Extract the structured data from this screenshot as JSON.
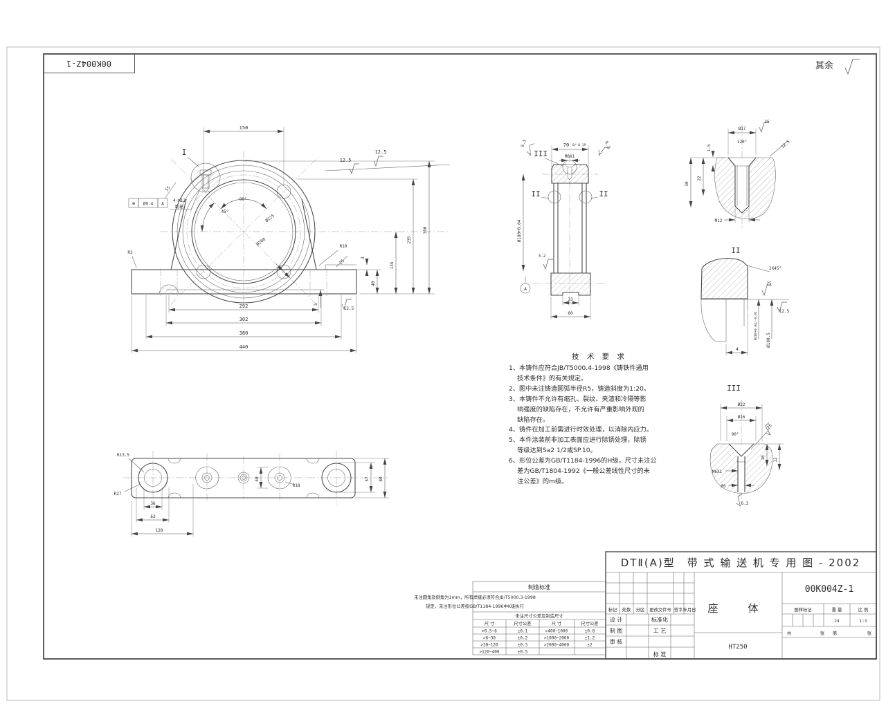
{
  "sheet": {
    "code": "00K004Z-1",
    "rest_label": "其余"
  },
  "front_view": {
    "dim_150": "150",
    "detail_ref": "I",
    "rough_a": "12.5",
    "rough_b": "12.5",
    "gdt_sym": "⊕",
    "gdt_tol": "Ø0.4",
    "gdt_datum": "A",
    "holes_note_line1": "4-M12",
    "holes_note_line2": "均布",
    "dim_55": "55",
    "ang_90": "90°",
    "ang_45": "45°",
    "dia_225": "Ø225",
    "dia_260": "Ø260",
    "r10": "R10",
    "r3": "R3",
    "dim_25": "25",
    "dim_3": "3",
    "dim_40": "40",
    "dim_5": "5",
    "rough_base": "12.5",
    "dim_135": "135",
    "dim_235": "235",
    "dim_350": "350",
    "dim_292": "292",
    "dim_302": "302",
    "dim_380": "380",
    "dim_440": "440"
  },
  "section_view": {
    "ref_iii": "III",
    "ref_ii_left": "II",
    "ref_ii_right": "II",
    "dim_70": "70",
    "dim_70_tol": "0/-0.19",
    "thread_m6": "M6X1",
    "rough_63_l": "6.3",
    "rough_63_r": "6.3",
    "rough_32": "3.2",
    "dia_180": "Ø180+0.04",
    "datum_a": "A",
    "dim_33": "33",
    "dim_60": "60"
  },
  "detail_i": {
    "dia_17": "Ø17",
    "ang_120": "120°",
    "dim_1_5": "1.5",
    "rough_25": "25",
    "rough_125": "12.5",
    "dim_30": "30",
    "dim_22": "22",
    "thread_m12": "M12"
  },
  "detail_ii": {
    "ref": "II",
    "chamfer": "2X45°",
    "rough_25": "25",
    "rough_125": "12.5",
    "dia_180": "Ø180+0.04/-0.01",
    "dia_180_5": "Ø180.5",
    "dim_4": "4"
  },
  "detail_iii": {
    "ref": "III",
    "dia_22": "Ø22",
    "dia_16": "Ø16",
    "ang_90": "90°",
    "rough_25": "25",
    "dim_10": "10",
    "dim_12": "12",
    "thread_m6": "M6X1",
    "dia_5": "Ø5",
    "rough_63": "6.3"
  },
  "bottom_view": {
    "r13_5": "R13.5",
    "r27": "R27",
    "dim_36": "36",
    "dim_63": "63",
    "dim_120": "120",
    "dim_40": "40",
    "r18": "R18",
    "dim_57": "57",
    "dim_80": "80"
  },
  "tech_req": {
    "title": "技 术 要 求",
    "lines": [
      "1、本铸件应符合JB/T5000.4-1998《铸铁件通用",
      "　 技术条件》的有关规定。",
      "2、图中未注铸造圆弧半径R5，铸造斜度为1:20。",
      "3、本铸件不允许有缩孔、裂纹、夹渣和冷隔等影",
      "　 响强度的缺陷存在，不允许有严重影响外观的",
      "　 缺陷存在。",
      "4、铸件在加工前需进行时效处理，以消除内应力。",
      "5、本件涂装前非加工表面应进行除锈处理，除锈",
      "　 等级达到Sa2 1/2或SP.10。",
      "6、形位公差为GB/T1184-1996的H级，尺寸未注公",
      "　 差为GB/T1804-1992《一般公差线性尺寸的未",
      "　 注公差》的m级。"
    ]
  },
  "mfg_table": {
    "title": "制造标准",
    "note1": "未注圆角及倒角为1mm，所有焊缝必须符合JB/T5000.3-1998",
    "note2": "规定，未注形位公差按GB/T1184-1996中K级执行",
    "subtitle": "未注尺寸公差及制造尺寸",
    "headers": [
      "尺 寸",
      "尺寸公差",
      "尺 寸",
      "尺寸公差"
    ],
    "rows": [
      [
        ">0.5~6",
        "±0.1",
        ">400~1000",
        "±0.8"
      ],
      [
        ">6~30",
        "±0.2",
        ">1000~2000",
        "±1.2"
      ],
      [
        ">30~120",
        "±0.3",
        ">2000~4000",
        "±2"
      ],
      [
        ">120~400",
        "±0.5",
        "",
        ""
      ]
    ]
  },
  "title_block": {
    "title": "DTⅡ(A)型　带 式 输 送 机 专 用 图 - 2002",
    "drawing_no": "00K004Z-1",
    "part_name": "座　体",
    "material": "HT250",
    "rev_headers": [
      "标记",
      "处数",
      "分区",
      "更改文件号",
      "签字",
      "年月日"
    ],
    "role_design": "设 计",
    "role_std": "标准化",
    "role_draft": "制 图",
    "role_process": "工 艺",
    "role_check": "审 核",
    "role_standard": "标 准",
    "mark_label": "图样标记",
    "weight_label": "重 量",
    "scale_label": "比 例",
    "weight_value": "24",
    "scale_value": "1:3",
    "sheet_total_label": "共",
    "sheet_unit1": "张",
    "sheet_no_label": "第",
    "sheet_unit2": "张"
  }
}
